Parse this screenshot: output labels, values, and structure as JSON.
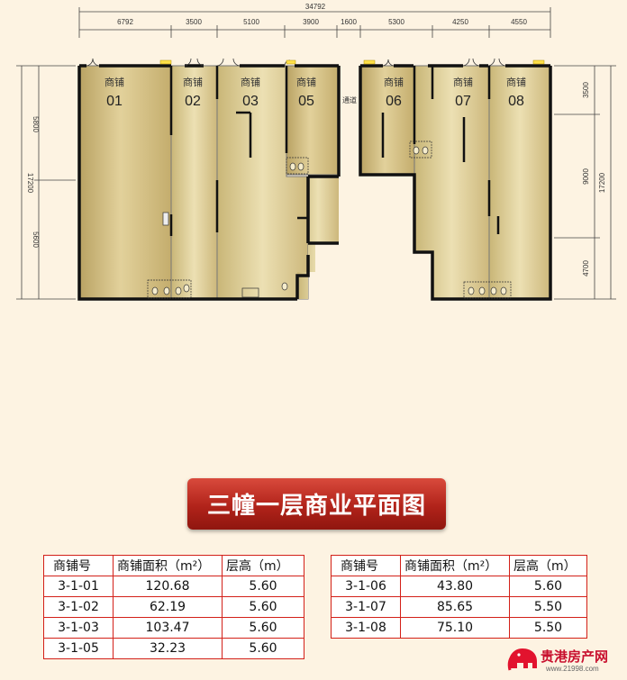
{
  "plan": {
    "total_width_dim": "34792",
    "top_dims": [
      "6792",
      "3500",
      "5100",
      "3900",
      "1600",
      "5300",
      "4250",
      "4550"
    ],
    "left_dims": [
      "17200",
      "5800",
      "5600"
    ],
    "right_dims": [
      "17200",
      "3500",
      "9000",
      "4700"
    ],
    "shop_label": "商铺",
    "shops": [
      {
        "label": "商铺",
        "num": "01"
      },
      {
        "label": "商铺",
        "num": "02"
      },
      {
        "label": "商铺",
        "num": "03"
      },
      {
        "label": "商铺",
        "num": "05"
      },
      {
        "label": "商铺",
        "num": "06"
      },
      {
        "label": "商铺",
        "num": "07"
      },
      {
        "label": "商铺",
        "num": "08"
      }
    ],
    "passage": "通道"
  },
  "title": "三幢一层商业平面图",
  "tables": {
    "headers": [
      "商铺号",
      "商铺面积（m²）",
      "层高（m）"
    ],
    "left": [
      [
        "3-1-01",
        "120.68",
        "5.60"
      ],
      [
        "3-1-02",
        "62.19",
        "5.60"
      ],
      [
        "3-1-03",
        "103.47",
        "5.60"
      ],
      [
        "3-1-05",
        "32.23",
        "5.60"
      ]
    ],
    "right": [
      [
        "3-1-06",
        "43.80",
        "5.60"
      ],
      [
        "3-1-07",
        "85.65",
        "5.50"
      ],
      [
        "3-1-08",
        "75.10",
        "5.50"
      ]
    ]
  },
  "logo": {
    "brand": "贵港房产网",
    "url": "www.21998.com"
  },
  "colors": {
    "room_fill": "#cdb77a",
    "wall": "#111111",
    "table_border": "#d32018",
    "banner": "#b1231a",
    "logo_red": "#c8102e"
  }
}
